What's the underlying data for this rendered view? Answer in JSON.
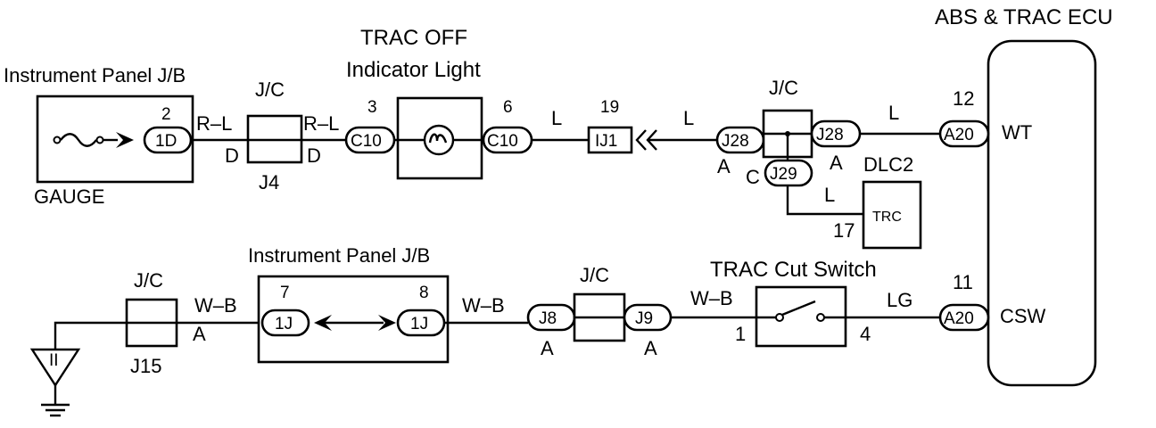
{
  "ecu": {
    "title": "ABS & TRAC ECU",
    "terminal_wt": "WT",
    "terminal_csw": "CSW",
    "conn_wt": "A20",
    "pin_wt": "12",
    "conn_csw": "A20",
    "pin_csw": "11"
  },
  "top": {
    "ipjb_title": "Instrument Panel J/B",
    "gauge_label": "GAUGE",
    "gauge_conn": "1D",
    "gauge_pin": "2",
    "jc1_title": "J/C",
    "jc1_id": "J4",
    "wire1_left": "R–L",
    "wire1_right": "R–L",
    "d_left": "D",
    "d_right": "D",
    "indicator_title_1": "TRAC OFF",
    "indicator_title_2": "Indicator Light",
    "c10_left": "C10",
    "c10_left_pin": "3",
    "c10_right": "C10",
    "c10_right_pin": "6",
    "wire_l_1": "L",
    "ij1": "IJ1",
    "ij1_pin": "19",
    "wire_l_2": "L",
    "jc2_title": "J/C",
    "j28_left": "J28",
    "j28_left_a": "A",
    "j28_right": "J28",
    "j28_right_a": "A",
    "j29": "J29",
    "j29_c": "C",
    "wire_l_3": "L",
    "wire_l_4": "L",
    "dlc2_title": "DLC2",
    "dlc2_trc": "TRC",
    "dlc2_pin": "17"
  },
  "bottom": {
    "jc3_title": "J/C",
    "jc3_id": "J15",
    "wire_wb_1": "W–B",
    "a_1": "A",
    "ipjb_title": "Instrument Panel J/B",
    "conn_1j_left": "1J",
    "pin_7": "7",
    "conn_1j_right": "1J",
    "pin_8": "8",
    "wire_wb_2": "W–B",
    "jc4_title": "J/C",
    "j8": "J8",
    "j8_a": "A",
    "j9": "J9",
    "j9_a": "A",
    "wire_wb_3": "W–B",
    "switch_title": "TRAC Cut Switch",
    "switch_pin_1": "1",
    "switch_pin_4": "4",
    "wire_lg": "LG",
    "ground_symbol": "II"
  }
}
